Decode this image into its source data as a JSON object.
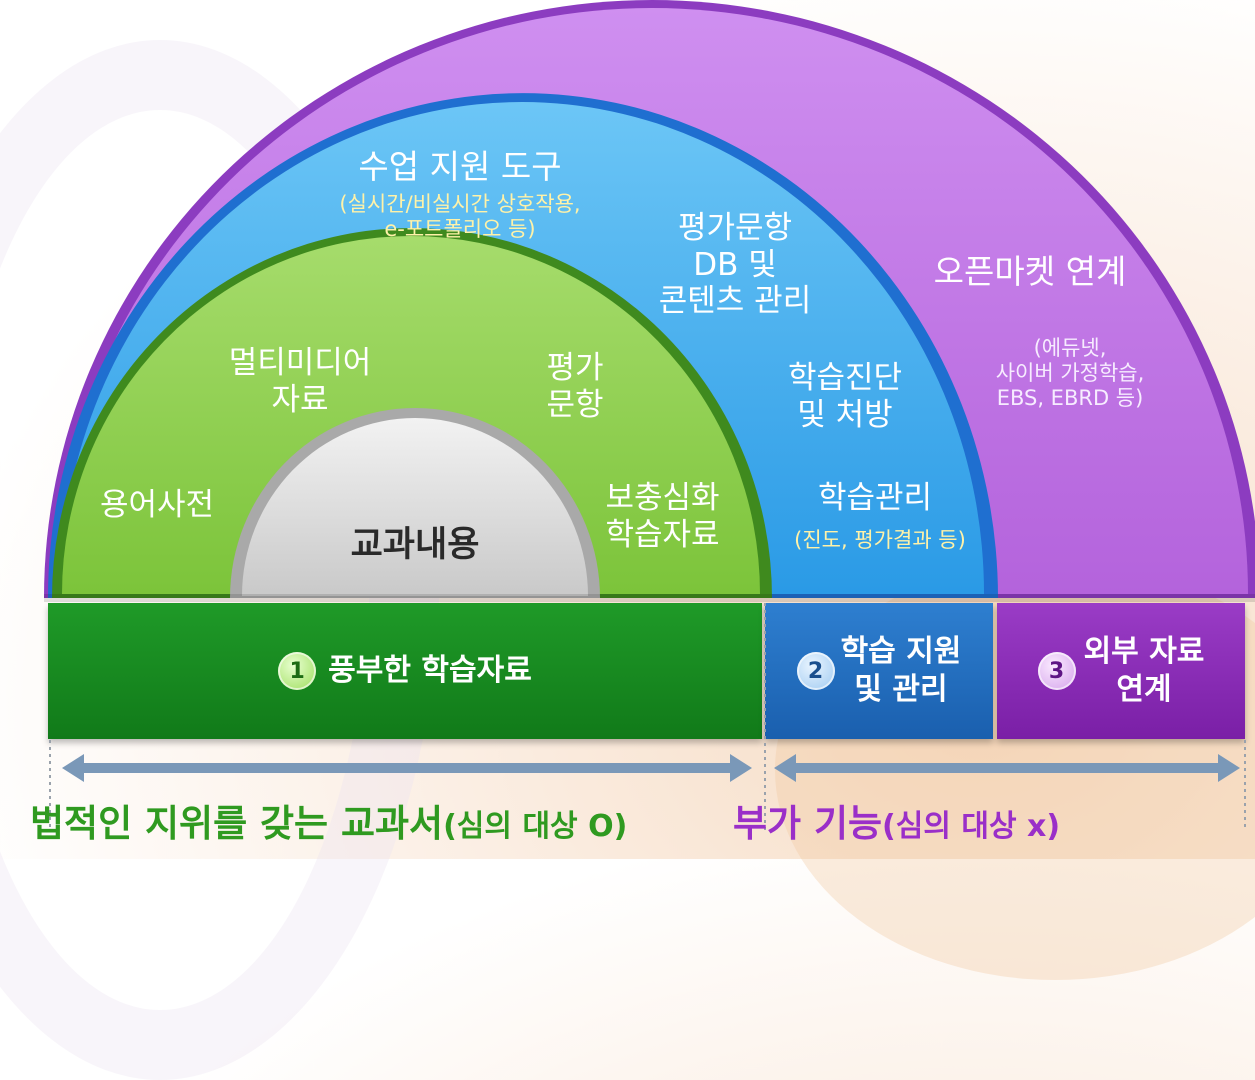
{
  "arch": {
    "core": "교과내용",
    "green_items": {
      "dictionary": "용어사전",
      "multimedia": [
        "멀티미디어",
        "자료"
      ],
      "assessment": [
        "평가",
        "문항"
      ],
      "supplement": [
        "보충심화",
        "학습자료"
      ]
    },
    "blue_items": {
      "class_support_title": "수업 지원 도구",
      "class_support_detail": [
        "(실시간/비실시간 상호작용,",
        "e-포트폴리오 등)"
      ],
      "item_db": [
        "평가문항",
        "DB 및",
        "콘텐츠 관리"
      ],
      "diagnosis": [
        "학습진단",
        "및 처방"
      ],
      "management_title": "학습관리",
      "management_detail": "(진도, 평가결과 등)"
    },
    "purple_items": {
      "openmarket_title": "오픈마켓 연계",
      "openmarket_detail": [
        "(에듀넷,",
        "사이버 가정학습,",
        "EBS, EBRD 등)"
      ]
    }
  },
  "boxes": [
    {
      "number": "1",
      "lines": [
        "풍부한 학습자료"
      ]
    },
    {
      "number": "2",
      "lines": [
        "학습 지원",
        "및 관리"
      ]
    },
    {
      "number": "3",
      "lines": [
        "외부 자료",
        "연계"
      ]
    }
  ],
  "bottom": {
    "left_main": "법적인 지위를 갖는 교과서",
    "left_note": "(심의 대상 O)",
    "right_main": "부가 기능",
    "right_note": "(심의 대상 x)"
  },
  "colors": {
    "green": "#1f9a28",
    "light_green": "#8dcc48",
    "blue": "#2e9de8",
    "purple": "#b760e0",
    "core_gray": "#d8d8d8"
  }
}
